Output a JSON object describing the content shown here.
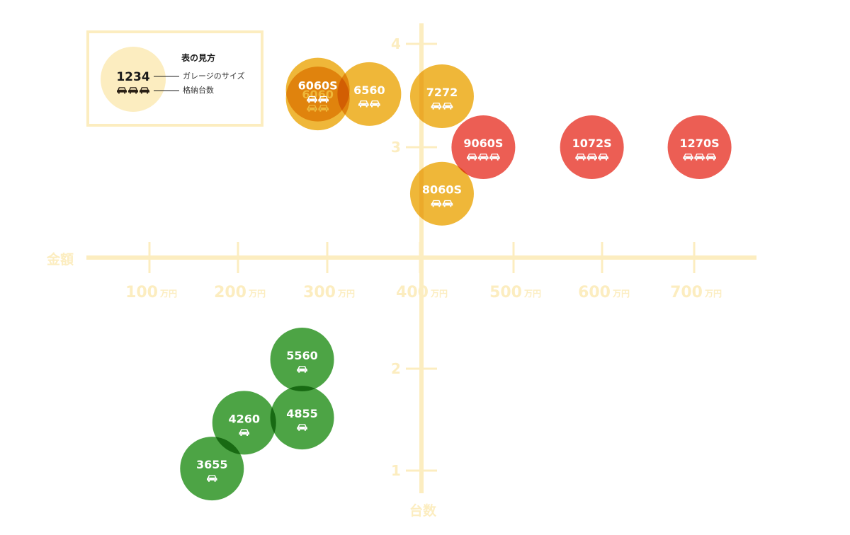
{
  "chart_data": {
    "type": "scatter",
    "title": "",
    "xlabel": "金額",
    "ylabel": "台数",
    "x_unit": "万円",
    "x_ticks": [
      100,
      200,
      300,
      400,
      500,
      600,
      700
    ],
    "y_ticks": [
      1,
      2,
      3,
      4
    ],
    "xlim": [
      0,
      760
    ],
    "ylim": [
      0.8,
      4.2
    ],
    "colors": {
      "axis": "#fcedc0",
      "one_car": "#3e9c35",
      "two_car": "#eeb128",
      "three_car": "#ea5045",
      "legend_bubble": "#fcedc0"
    },
    "points": [
      {
        "label": "3655",
        "x": 165,
        "y": 1.02,
        "cars": 1
      },
      {
        "label": "4260",
        "x": 200,
        "y": 1.47,
        "cars": 1
      },
      {
        "label": "4855",
        "x": 263,
        "y": 1.52,
        "cars": 1
      },
      {
        "label": "5560",
        "x": 263,
        "y": 2.09,
        "cars": 1
      },
      {
        "label": "6060",
        "x": 280,
        "y": 3.22,
        "cars": 2
      },
      {
        "label": "6060S",
        "x": 280,
        "y": 3.26,
        "cars": 2
      },
      {
        "label": "6560",
        "x": 336,
        "y": 3.24,
        "cars": 2
      },
      {
        "label": "7272",
        "x": 415,
        "y": 3.23,
        "cars": 2
      },
      {
        "label": "8060S",
        "x": 415,
        "y": 2.79,
        "cars": 2
      },
      {
        "label": "9060S",
        "x": 460,
        "y": 3.0,
        "cars": 3
      },
      {
        "label": "1072S",
        "x": 578,
        "y": 3.0,
        "cars": 3
      },
      {
        "label": "1270S",
        "x": 695,
        "y": 3.0,
        "cars": 3
      }
    ]
  },
  "legend": {
    "title": "表の見方",
    "sample_code": "1234",
    "sample_cars": 3,
    "size_label": "ガレージのサイズ",
    "count_label": "格納台数"
  }
}
